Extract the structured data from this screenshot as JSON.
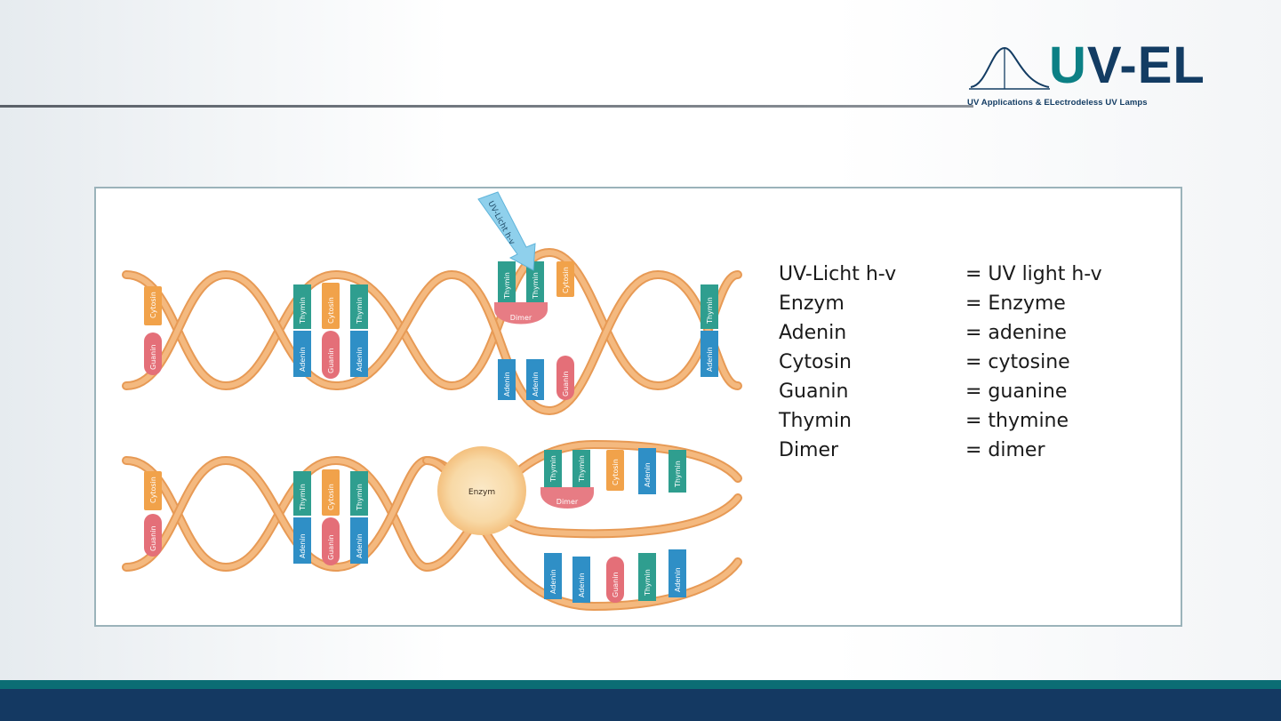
{
  "logo": {
    "text_u": "U",
    "text_rest": "V-EL",
    "tagline": "UV Applications & ELectrodeless UV Lamps"
  },
  "diagram": {
    "uv_arrow_label": "UV-Licht h-v",
    "enzyme_label": "Enzym",
    "dimer_label": "Dimer",
    "bases": {
      "adenin": "Adenin",
      "thymin": "Thymin",
      "cytosin": "Cytosin",
      "guanin": "Guanin"
    }
  },
  "legend": [
    {
      "term": "UV-Licht h-v",
      "translation": "= UV light h-v"
    },
    {
      "term": "Enzym",
      "translation": "= Enzyme"
    },
    {
      "term": "Adenin",
      "translation": "= adenine"
    },
    {
      "term": "Cytosin",
      "translation": "= cytosine"
    },
    {
      "term": "Guanin",
      "translation": "= guanine"
    },
    {
      "term": "Thymin",
      "translation": "= thymine"
    },
    {
      "term": "Dimer",
      "translation": "= dimer"
    }
  ],
  "colors": {
    "strand": "#f4b97f",
    "strand_edge": "#e79a55",
    "adenin": "#2f8fc6",
    "thymin": "#2f9e8f",
    "cytosin": "#f1a24a",
    "guanin": "#e46f78",
    "dimer": "#e77c84",
    "enzyme": "#f8d9a6",
    "uv_arrow": "#8fd0ec",
    "teal": "#0b6d74",
    "navy": "#143962"
  }
}
